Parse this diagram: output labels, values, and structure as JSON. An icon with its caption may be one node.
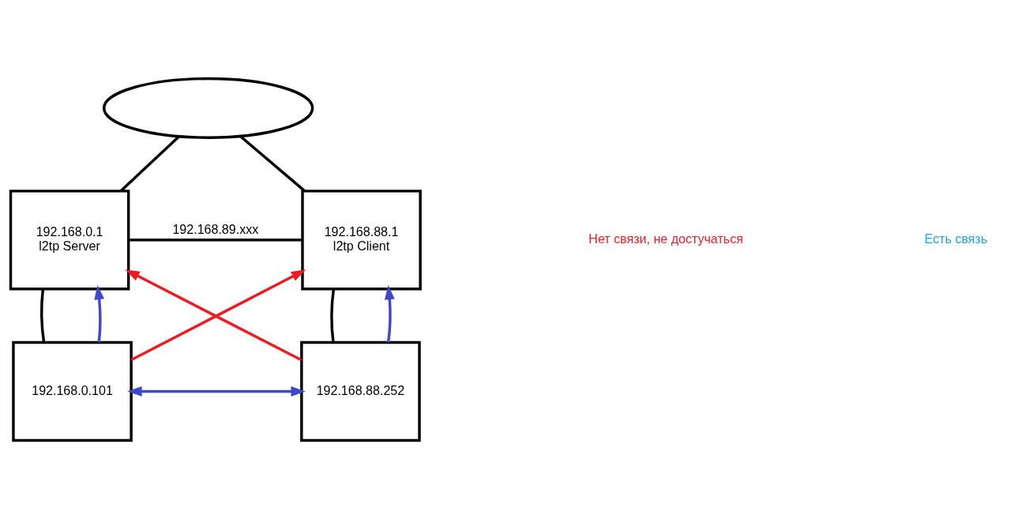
{
  "diagram": {
    "nodes": [
      {
        "text": [],
        "shape": "ellipse"
      },
      {
        "text": [
          "192.168.0.1",
          "l2tp Server"
        ]
      },
      {
        "text": [
          "192.168.88.1",
          "l2tp Client"
        ]
      },
      {
        "text": [
          "192.168.0.101"
        ]
      },
      {
        "text": [
          "192.168.88.252"
        ]
      }
    ],
    "edges": [
      {
        "from": 0,
        "to": 1,
        "arrow": "none"
      },
      {
        "from": 0,
        "to": 2,
        "arrow": "none"
      },
      {
        "from": 1,
        "to": 2,
        "arrow": "none",
        "label": "192.168.89.xxx"
      },
      {
        "from": 1,
        "to": 3,
        "arrow": "none"
      },
      {
        "from": 2,
        "to": 4,
        "arrow": "none"
      },
      {
        "from": 3,
        "to": 1,
        "arrow": "to",
        "color": "#3f48cc"
      },
      {
        "from": 4,
        "to": 2,
        "arrow": "to",
        "color": "#3f48cc"
      },
      {
        "from": 3,
        "to": 4,
        "arrow": "both",
        "color": "#3f48cc"
      },
      {
        "from": 3,
        "to": 2,
        "arrow": "to",
        "color": "#ed1c24"
      },
      {
        "from": 4,
        "to": 1,
        "arrow": "to",
        "color": "#ed1c24"
      }
    ],
    "legend": [
      {
        "text": "Нет связи, не достучаться",
        "color": "#ed1c24"
      },
      {
        "text": "Есть связь",
        "color": "#1ea0e6"
      }
    ]
  }
}
